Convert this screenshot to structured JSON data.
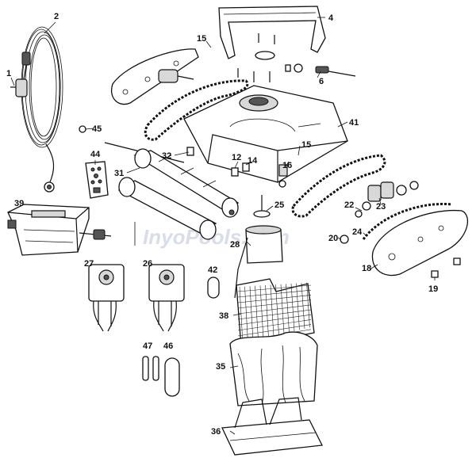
{
  "callouts": [
    {
      "id": "c1",
      "label": "1"
    },
    {
      "id": "c2",
      "label": "2"
    },
    {
      "id": "c4",
      "label": "4"
    },
    {
      "id": "c6",
      "label": "6"
    },
    {
      "id": "c12",
      "label": "12"
    },
    {
      "id": "c14",
      "label": "14"
    },
    {
      "id": "c15a",
      "label": "15"
    },
    {
      "id": "c15b",
      "label": "15"
    },
    {
      "id": "c16",
      "label": "16"
    },
    {
      "id": "c18",
      "label": "18"
    },
    {
      "id": "c19",
      "label": "19"
    },
    {
      "id": "c20",
      "label": "20"
    },
    {
      "id": "c22",
      "label": "22"
    },
    {
      "id": "c23",
      "label": "23"
    },
    {
      "id": "c24",
      "label": "24"
    },
    {
      "id": "c25",
      "label": "25"
    },
    {
      "id": "c26",
      "label": "26"
    },
    {
      "id": "c27",
      "label": "27"
    },
    {
      "id": "c28",
      "label": "28"
    },
    {
      "id": "c31",
      "label": "31"
    },
    {
      "id": "c32",
      "label": "32"
    },
    {
      "id": "c35",
      "label": "35"
    },
    {
      "id": "c36",
      "label": "36"
    },
    {
      "id": "c38",
      "label": "38"
    },
    {
      "id": "c39",
      "label": "39"
    },
    {
      "id": "c41",
      "label": "41"
    },
    {
      "id": "c42",
      "label": "42"
    },
    {
      "id": "c44",
      "label": "44"
    },
    {
      "id": "c45",
      "label": "45"
    },
    {
      "id": "c46",
      "label": "46"
    },
    {
      "id": "c47",
      "label": "47"
    }
  ],
  "watermark": "InyoPools.com"
}
